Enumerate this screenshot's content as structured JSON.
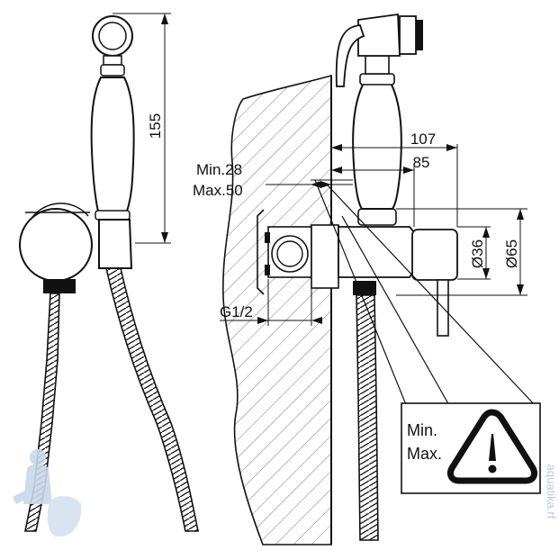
{
  "dimensions": {
    "height": "155",
    "overall_depth": "107",
    "body_depth": "85",
    "wall_min": "Min.28",
    "wall_max": "Max.50",
    "inlet_thread": "G1/2",
    "escutcheon_small": "Ø36",
    "escutcheon_large": "Ø65"
  },
  "callout": {
    "min_label": "Min.",
    "max_label": "Max.",
    "warning_icon": "warning-triangle-icon"
  },
  "watermark": {
    "text": "aquatika.rf",
    "logo_icon": "plumber-logo-icon"
  },
  "colors": {
    "line": "#111111",
    "watermark": "#b9c9dd"
  }
}
